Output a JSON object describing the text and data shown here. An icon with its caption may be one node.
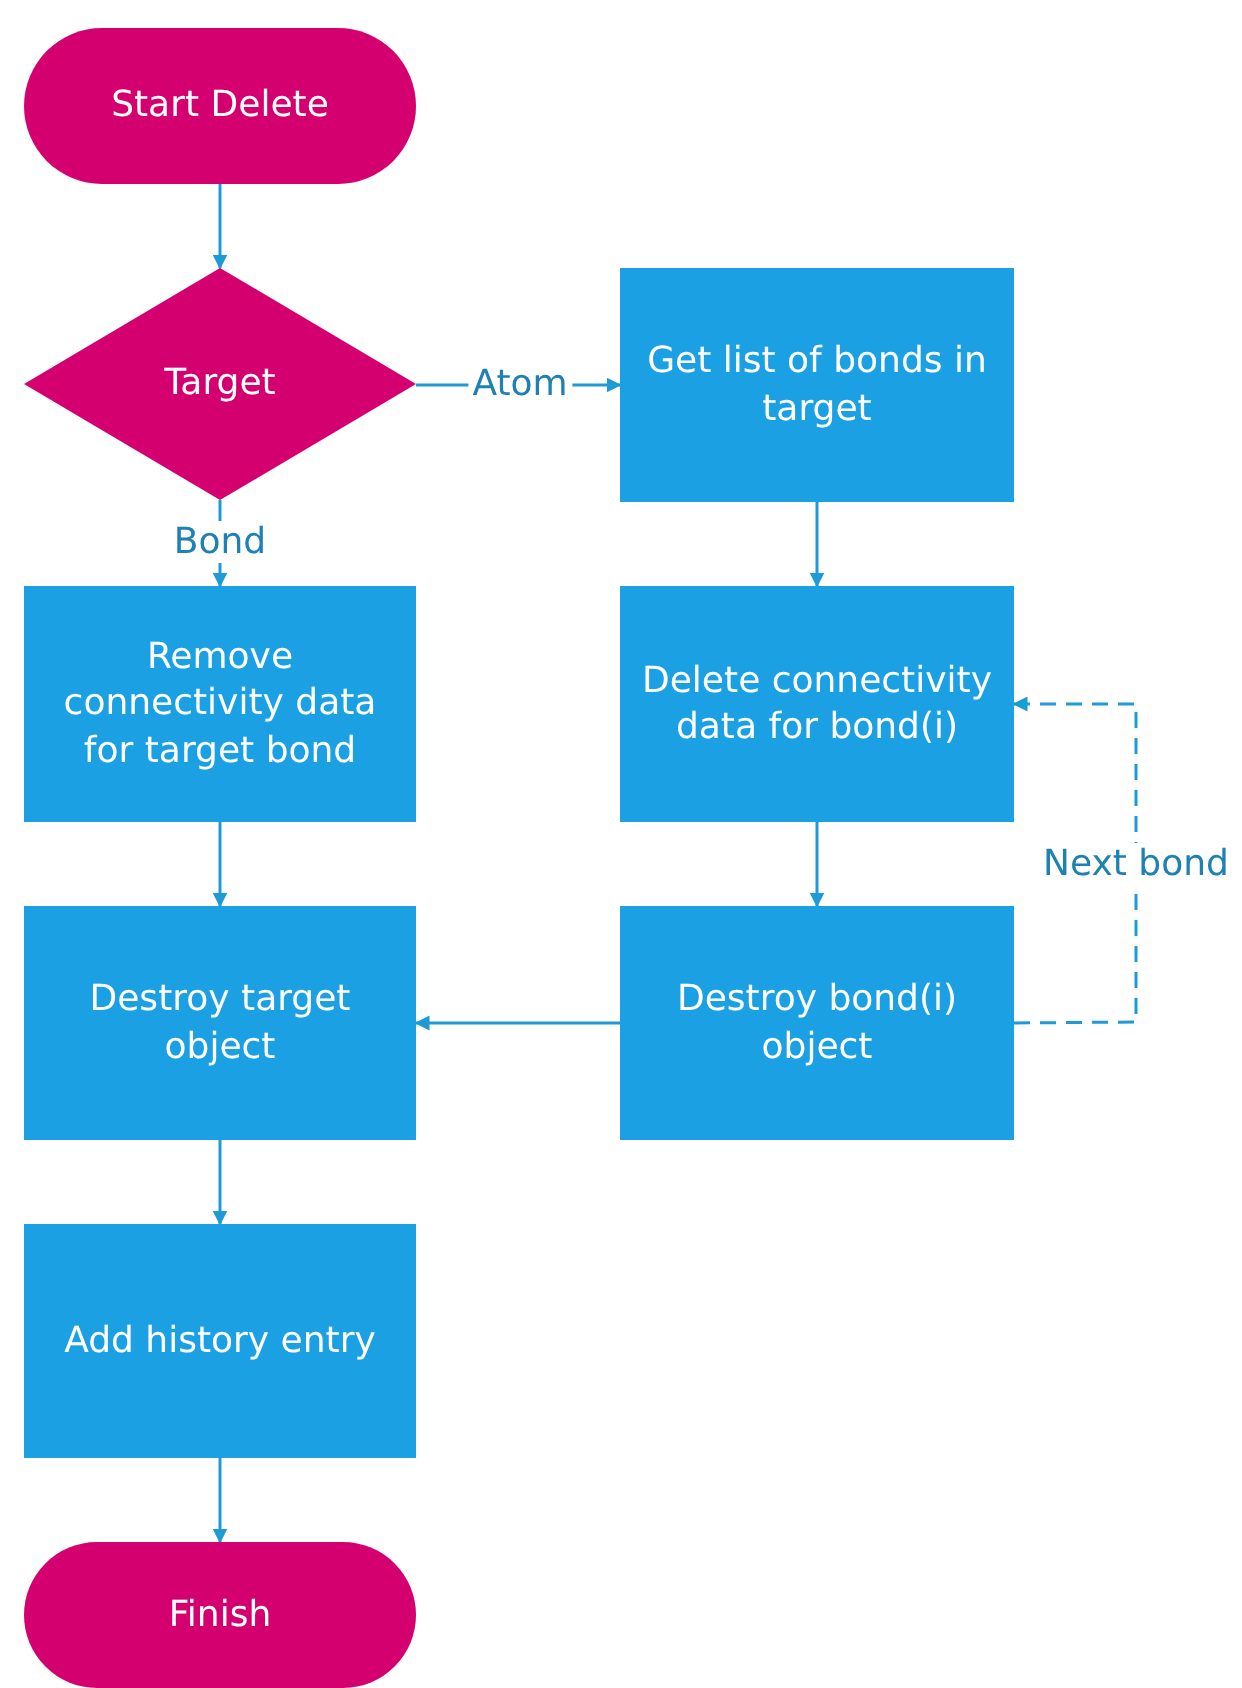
{
  "diagram": {
    "nodes": [
      {
        "text": [
          "Start Delete"
        ]
      },
      {
        "text": [
          "Target"
        ]
      },
      {
        "text": [
          "Get list of bonds in target"
        ]
      },
      {
        "text": [
          "Remove connectivity data for target bond"
        ]
      },
      {
        "text": [
          "Delete connectivity data for bond(i)"
        ]
      },
      {
        "text": [
          "Destroy target object"
        ]
      },
      {
        "text": [
          "Destroy bond(i) object"
        ]
      },
      {
        "text": [
          "Add history entry"
        ]
      },
      {
        "text": [
          "Finish"
        ]
      }
    ],
    "edges": [
      {
        "from": 0,
        "to": 1,
        "arrow": "to"
      },
      {
        "from": 1,
        "to": 2,
        "arrow": "to",
        "label": "Atom"
      },
      {
        "from": 1,
        "to": 3,
        "arrow": "to",
        "label": "Bond"
      },
      {
        "from": 2,
        "to": 4,
        "arrow": "to"
      },
      {
        "from": 4,
        "to": 6,
        "arrow": "to"
      },
      {
        "from": 6,
        "to": 4,
        "arrow": "to",
        "label": "Next bond",
        "style": "dashed"
      },
      {
        "from": 3,
        "to": 5,
        "arrow": "to"
      },
      {
        "from": 6,
        "to": 5,
        "arrow": "to"
      },
      {
        "from": 5,
        "to": 7,
        "arrow": "to"
      },
      {
        "from": 7,
        "to": 8,
        "arrow": "to"
      }
    ]
  }
}
